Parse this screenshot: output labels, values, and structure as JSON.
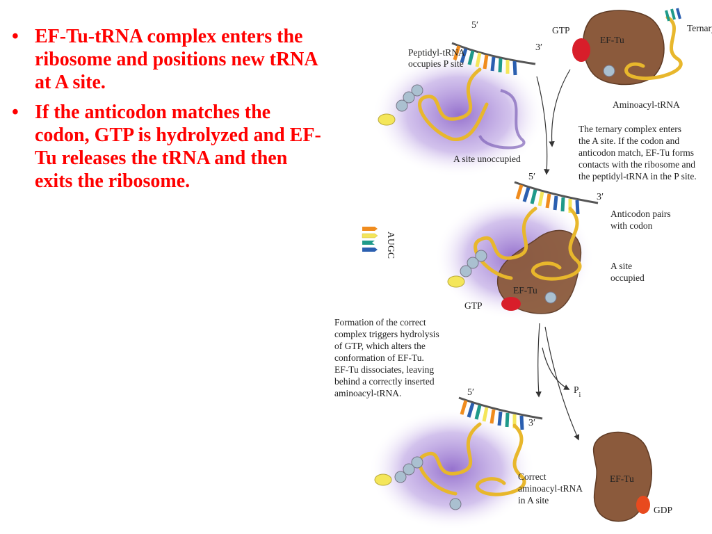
{
  "slide": {
    "bullets": [
      "EF-Tu-tRNA complex enters the ribosome and positions new tRNA at A site.",
      "If the anticodon matches the codon, GTP is hydrolyzed and EF-Tu releases the tRNA and then exits the ribosome."
    ]
  },
  "figure": {
    "legend": {
      "letters": [
        "A",
        "U",
        "G",
        "C"
      ],
      "colors": [
        "#f08c1e",
        "#f4e65a",
        "#1f9a8a",
        "#2b5fb0"
      ]
    },
    "step1": {
      "five_prime": "5′",
      "three_prime": "3′",
      "peptidyl_label_1": "Peptidyl-tRNA",
      "peptidyl_label_2": "occupies P site",
      "a_site_label": "A site unoccupied",
      "gtp_label": "GTP",
      "eftu_label": "EF-Tu",
      "ternary_label": "Ternary complex",
      "aminoacyl_label": "Aminoacyl-tRNA"
    },
    "note1": [
      "The ternary complex enters",
      "the A site. If the codon and",
      "anticodon match, EF-Tu forms",
      "contacts with the ribosome and",
      "the peptidyl-tRNA in the P site."
    ],
    "step2": {
      "five_prime": "5′",
      "three_prime": "3′",
      "anticodon_label_1": "Anticodon pairs",
      "anticodon_label_2": "with codon",
      "a_site_label_1": "A site",
      "a_site_label_2": "occupied",
      "eftu_label": "EF-Tu",
      "gtp_label": "GTP"
    },
    "note2": [
      "Formation of the correct",
      "complex triggers hydrolysis",
      "of GTP, which alters the",
      "conformation of EF-Tu.",
      "EF-Tu dissociates, leaving",
      "behind a correctly inserted",
      "aminoacyl-tRNA."
    ],
    "pi_label": "P",
    "pi_sub": "i",
    "step3": {
      "five_prime": "5′",
      "three_prime": "3′",
      "correct_label_1": "Correct",
      "correct_label_2": "aminoacyl-tRNA",
      "correct_label_3": "in A site",
      "eftu_label": "EF-Tu",
      "gdp_label": "GDP"
    }
  }
}
